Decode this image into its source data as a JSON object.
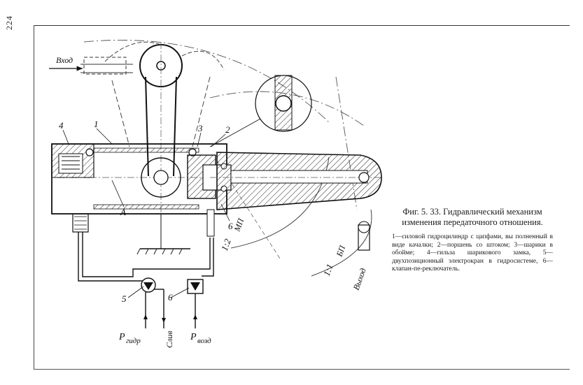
{
  "page": {
    "number": "224"
  },
  "figure": {
    "title": "Фиг. 5. 33. Гидравлический механизм изменения передаточного отношения.",
    "legend": "1—силовой гидроцилиндр с цапфами, вы полненный в виде качалки; 2—поршень со штоком; 3—шарики в обойме; 4—гильза шарикового замка, 5—двухпозиционный электрокран в гидросистеме, 6—клапан-пе-реключатель."
  },
  "labels": {
    "input": "Вход",
    "output": "Выход",
    "p1": "1",
    "p2": "2",
    "p3": "3",
    "p4": "4",
    "p5": "5",
    "p6a": "6",
    "p6b": "6",
    "pA": "А",
    "ratio_12": "1:2",
    "mp": "МП",
    "ratio_11": "1:1",
    "bp": "БП",
    "drain": "Слив",
    "p_hydr_main": "P",
    "p_hydr_sub": "гидр",
    "p_air_main": "P",
    "p_air_sub": "возд"
  }
}
